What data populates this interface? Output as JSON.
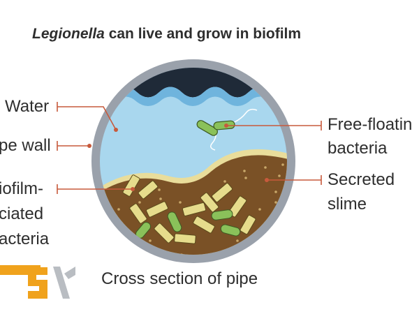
{
  "title": {
    "italic": "Legionella",
    "rest": " can live and grow in biofilm"
  },
  "labels": {
    "water": "Water",
    "pipe_wall": "pe wall",
    "biofilm_line1": "iofilm-",
    "biofilm_line2": "ciated",
    "biofilm_line3": "acteria",
    "free_line1": "Free-floatin",
    "free_line2": "bacteria",
    "slime_line1": "Secreted",
    "slime_line2": "slime"
  },
  "caption": "Cross section of pipe",
  "colors": {
    "pipe": "#9aa1ab",
    "water": "#a9d7ee",
    "dark_water": "#1f2a38",
    "wave": "#6fb4dd",
    "slime": "#7a5126",
    "slime_edge": "#e9dd9b",
    "bacteria_yellow": "#e6dc8c",
    "bacteria_green": "#8ac15a",
    "leader": "#c75a3c",
    "logo_orange": "#f0a21c",
    "logo_gray": "#b9bdc2"
  }
}
